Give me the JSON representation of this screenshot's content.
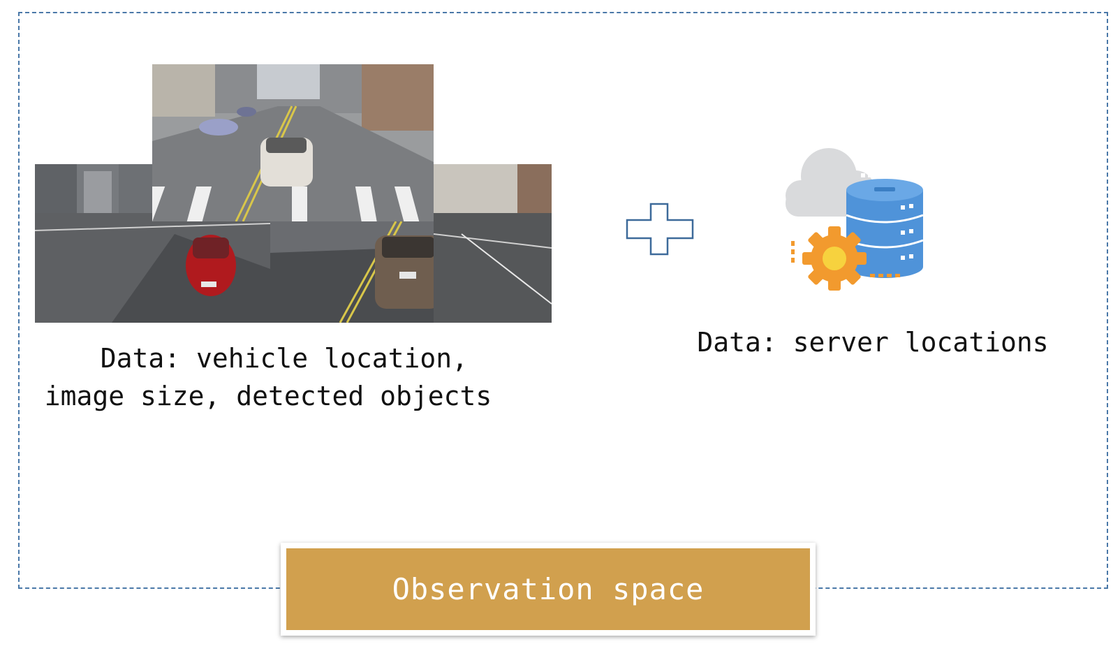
{
  "captions": {
    "vehicle_data": "  Data: vehicle location,\nimage size, detected objects",
    "server_data": "Data: server locations"
  },
  "observation": {
    "label": "Observation space"
  },
  "colors": {
    "frame_border": "#4a78a8",
    "observation_fill": "#d1a04e",
    "plus_stroke": "#3d6a9a",
    "database_blue": "#4f93d9",
    "gear_orange": "#f29a2e",
    "gear_center": "#f7d23e",
    "cloud_gray": "#d9dadc"
  },
  "icons": [
    "plus-icon",
    "cloud-database-icon",
    "gear-icon"
  ]
}
